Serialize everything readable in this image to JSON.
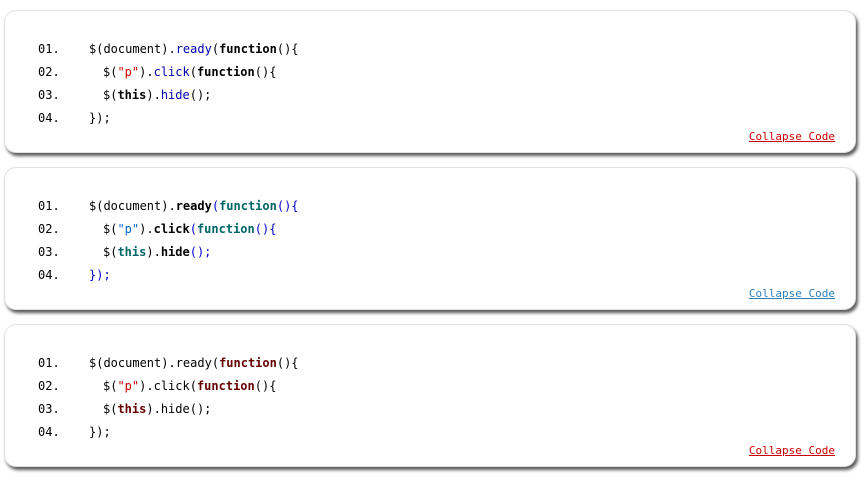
{
  "blocks": [
    {
      "id": "box1",
      "theme": {
        "plain": "#000000",
        "keyword": "#000000",
        "keyword_weight": "bold",
        "method": "#0000aa",
        "method_weight": "normal",
        "string": "#cc0000",
        "paren": "#000000",
        "link": "#cc0000"
      },
      "collapse_label": "Collapse Code",
      "lines": [
        {
          "num": "01.",
          "indent": 0,
          "tokens": [
            {
              "t": "$(document).",
              "k": "plain"
            },
            {
              "t": "ready",
              "k": "method"
            },
            {
              "t": "(",
              "k": "paren"
            },
            {
              "t": "function",
              "k": "keyword"
            },
            {
              "t": "(){",
              "k": "paren"
            }
          ]
        },
        {
          "num": "02.",
          "indent": 1,
          "tokens": [
            {
              "t": "$(",
              "k": "plain"
            },
            {
              "t": "\"p\"",
              "k": "string"
            },
            {
              "t": ").",
              "k": "plain"
            },
            {
              "t": "click",
              "k": "method"
            },
            {
              "t": "(",
              "k": "paren"
            },
            {
              "t": "function",
              "k": "keyword"
            },
            {
              "t": "(){",
              "k": "paren"
            }
          ]
        },
        {
          "num": "03.",
          "indent": 1,
          "tokens": [
            {
              "t": "$(",
              "k": "plain"
            },
            {
              "t": "this",
              "k": "keyword"
            },
            {
              "t": ").",
              "k": "plain"
            },
            {
              "t": "hide",
              "k": "method"
            },
            {
              "t": "();",
              "k": "paren"
            }
          ]
        },
        {
          "num": "04.",
          "indent": 0,
          "tokens": [
            {
              "t": "});",
              "k": "paren"
            }
          ]
        }
      ]
    },
    {
      "id": "box2",
      "theme": {
        "plain": "#000000",
        "keyword": "#006666",
        "keyword_weight": "bold",
        "method": "#000000",
        "method_weight": "bold",
        "string": "#0066cc",
        "paren": "#0000cc",
        "link": "#2e7fb8"
      },
      "collapse_label": "Collapse Code",
      "lines": [
        {
          "num": "01.",
          "indent": 0,
          "tokens": [
            {
              "t": "$(document).",
              "k": "plain"
            },
            {
              "t": "ready",
              "k": "method"
            },
            {
              "t": "(",
              "k": "paren"
            },
            {
              "t": "function",
              "k": "keyword"
            },
            {
              "t": "(){",
              "k": "paren"
            }
          ]
        },
        {
          "num": "02.",
          "indent": 1,
          "tokens": [
            {
              "t": "$(",
              "k": "plain"
            },
            {
              "t": "\"p\"",
              "k": "string"
            },
            {
              "t": ").",
              "k": "plain"
            },
            {
              "t": "click",
              "k": "method"
            },
            {
              "t": "(",
              "k": "paren"
            },
            {
              "t": "function",
              "k": "keyword"
            },
            {
              "t": "(){",
              "k": "paren"
            }
          ]
        },
        {
          "num": "03.",
          "indent": 1,
          "tokens": [
            {
              "t": "$(",
              "k": "plain"
            },
            {
              "t": "this",
              "k": "keyword"
            },
            {
              "t": ").",
              "k": "plain"
            },
            {
              "t": "hide",
              "k": "method"
            },
            {
              "t": "();",
              "k": "paren"
            }
          ]
        },
        {
          "num": "04.",
          "indent": 0,
          "tokens": [
            {
              "t": "});",
              "k": "paren"
            }
          ]
        }
      ]
    },
    {
      "id": "box3",
      "theme": {
        "plain": "#000000",
        "keyword": "#660000",
        "keyword_weight": "bold",
        "method": "#000000",
        "method_weight": "normal",
        "string": "#cc0000",
        "paren": "#000000",
        "link": "#cc0000"
      },
      "collapse_label": "Collapse Code",
      "lines": [
        {
          "num": "01.",
          "indent": 0,
          "tokens": [
            {
              "t": "$(document).",
              "k": "plain"
            },
            {
              "t": "ready",
              "k": "method"
            },
            {
              "t": "(",
              "k": "paren"
            },
            {
              "t": "function",
              "k": "keyword"
            },
            {
              "t": "(){",
              "k": "paren"
            }
          ]
        },
        {
          "num": "02.",
          "indent": 1,
          "tokens": [
            {
              "t": "$(",
              "k": "plain"
            },
            {
              "t": "\"p\"",
              "k": "string"
            },
            {
              "t": ").",
              "k": "plain"
            },
            {
              "t": "click",
              "k": "method"
            },
            {
              "t": "(",
              "k": "paren"
            },
            {
              "t": "function",
              "k": "keyword"
            },
            {
              "t": "(){",
              "k": "paren"
            }
          ]
        },
        {
          "num": "03.",
          "indent": 1,
          "tokens": [
            {
              "t": "$(",
              "k": "plain"
            },
            {
              "t": "this",
              "k": "keyword"
            },
            {
              "t": ").",
              "k": "plain"
            },
            {
              "t": "hide",
              "k": "method"
            },
            {
              "t": "();",
              "k": "paren"
            }
          ]
        },
        {
          "num": "04.",
          "indent": 0,
          "tokens": [
            {
              "t": "});",
              "k": "paren"
            }
          ]
        }
      ]
    }
  ]
}
